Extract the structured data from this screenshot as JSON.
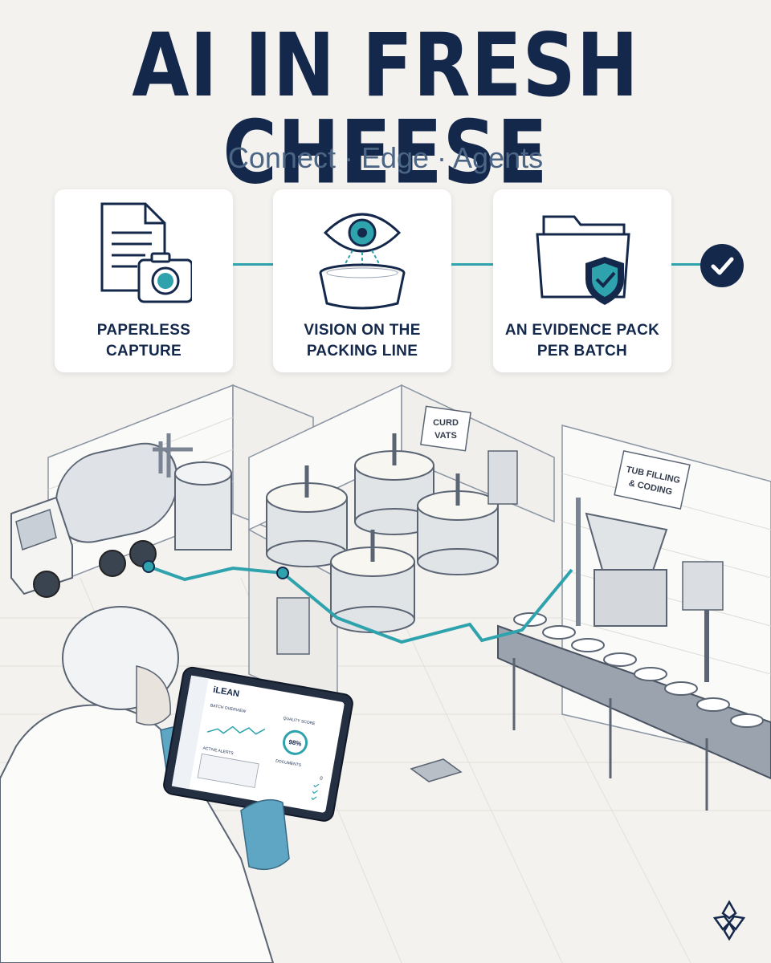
{
  "title": "AI IN FRESH CHEESE",
  "subtitle": "Connect · Edge · Agents",
  "cards": [
    {
      "line1": "PAPERLESS",
      "line2": "CAPTURE",
      "icon": "document-camera-icon"
    },
    {
      "line1": "VISION ON THE",
      "line2": "PACKING LINE",
      "icon": "eye-tub-icon"
    },
    {
      "line1": "AN EVIDENCE PACK",
      "line2": "PER BATCH",
      "icon": "folder-shield-icon"
    }
  ],
  "scene": {
    "sign_vats": [
      "CURD",
      "VATS"
    ],
    "sign_filling": [
      "TUB FILLING",
      "& CODING"
    ],
    "tablet": {
      "brand": "iLEAN",
      "batch_overview": "BATCH OVERVIEW",
      "quality_score": "QUALITY SCORE",
      "score_value": "98%",
      "active_alerts": "ACTIVE ALERTS",
      "documents": "DOCUMENTS",
      "documents_count": "0"
    }
  },
  "colors": {
    "navy": "#14284b",
    "teal": "#2fa3ad",
    "slate": "#4b6585",
    "background": "#f4f2ee"
  }
}
